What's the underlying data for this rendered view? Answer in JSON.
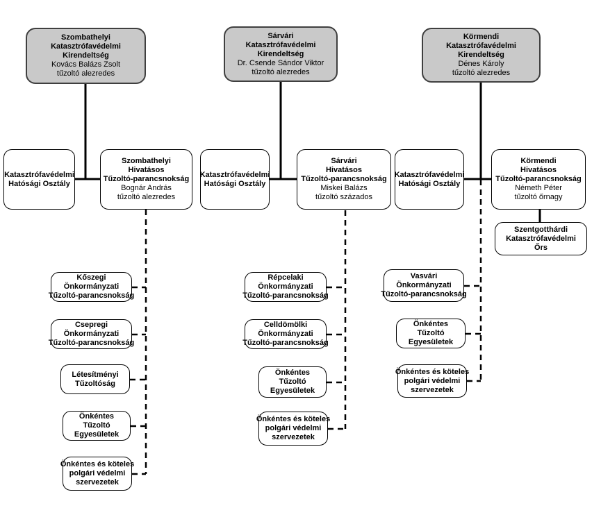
{
  "diagram": {
    "type": "org-chart",
    "colors": {
      "background": "#ffffff",
      "node_fill": "#ffffff",
      "node_border": "#000000",
      "office_fill": "#c9c9c9",
      "office_border": "#3f3f3f",
      "connector": "#000000"
    },
    "branches": [
      {
        "office": {
          "title": [
            "Szombathelyi",
            "Katasztrófavédelmi",
            "Kirendeltség"
          ],
          "person": "Kovács Balázs Zsolt",
          "rank": "tűzoltó alezredes"
        },
        "authority": {
          "lines": [
            "Katasztrófavédelmi",
            "Hatósági Osztály"
          ]
        },
        "command": {
          "title": [
            "Szombathelyi",
            "Hivatásos",
            "Tűzoltó-parancsnokság"
          ],
          "person": "Bognár András",
          "rank": "tűzoltó alezredes"
        },
        "subs": [
          {
            "lines": [
              "Kőszegi",
              "Önkormányzati",
              "Tűzoltó-parancsnokság"
            ]
          },
          {
            "lines": [
              "Csepregi",
              "Önkormányzati",
              "Tűzoltó-parancsnokság"
            ]
          },
          {
            "lines": [
              "Létesítményi",
              "Tűzoltóság"
            ]
          },
          {
            "lines": [
              "Önkéntes",
              "Tűzoltó",
              "Egyesületek"
            ]
          },
          {
            "lines": [
              "Önkéntes és köteles",
              "polgári védelmi",
              "szervezetek"
            ]
          }
        ]
      },
      {
        "office": {
          "title": [
            "Sárvári",
            "Katasztrófavédelmi",
            "Kirendeltség"
          ],
          "person": "Dr. Csende Sándor Viktor",
          "rank": "tűzoltó alezredes"
        },
        "authority": {
          "lines": [
            "Katasztrófavédelmi",
            "Hatósági Osztály"
          ]
        },
        "command": {
          "title": [
            "Sárvári",
            "Hivatásos",
            "Tűzoltó-parancsnokság"
          ],
          "person": "Miskei Balázs",
          "rank": "tűzoltó százados"
        },
        "subs": [
          {
            "lines": [
              "Répcelaki",
              "Önkormányzati",
              "Tűzoltó-parancsnokság"
            ]
          },
          {
            "lines": [
              "Celldömölki",
              "Önkormányzati",
              "Tűzoltó-parancsnokság"
            ]
          },
          {
            "lines": [
              "Önkéntes",
              "Tűzoltó",
              "Egyesületek"
            ]
          },
          {
            "lines": [
              "Önkéntes és köteles",
              "polgári védelmi",
              "szervezetek"
            ]
          }
        ]
      },
      {
        "office": {
          "title": [
            "Körmendi",
            "Katasztrófavédelmi",
            "Kirendeltség"
          ],
          "person": "Dénes Károly",
          "rank": "tűzoltó alezredes"
        },
        "authority": {
          "lines": [
            "Katasztrófavédelmi",
            "Hatósági Osztály"
          ]
        },
        "command": {
          "title": [
            "Körmendi",
            "Hivatásos",
            "Tűzoltó-parancsnokság"
          ],
          "person": "Németh Péter",
          "rank": "tűzoltó őrnagy"
        },
        "outpost": {
          "lines": [
            "Szentgotthárdi",
            "Katasztrófavédelmi",
            "Őrs"
          ]
        },
        "subs": [
          {
            "lines": [
              "Vasvári",
              "Önkormányzati",
              "Tűzoltó-parancsnokság"
            ]
          },
          {
            "lines": [
              "Önkéntes",
              "Tűzoltó",
              "Egyesületek"
            ]
          },
          {
            "lines": [
              "Önkéntes és köteles",
              "polgári védelmi",
              "szervezetek"
            ]
          }
        ]
      }
    ]
  }
}
